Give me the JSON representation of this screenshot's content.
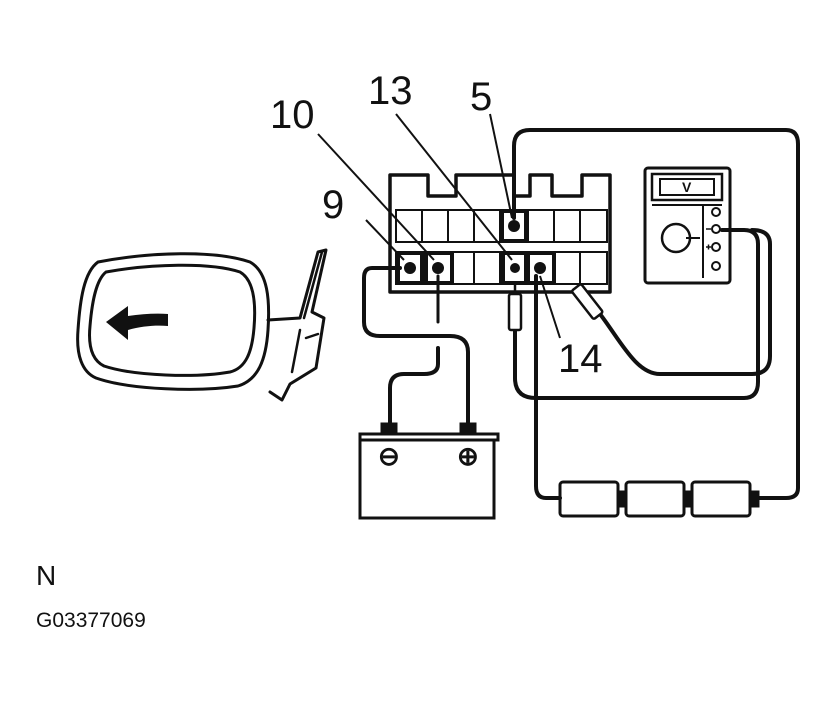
{
  "diagram": {
    "terminal_labels": {
      "t9": "9",
      "t10": "10",
      "t13": "13",
      "t5": "5",
      "t14": "14"
    },
    "meter_symbol": "V",
    "battery": {
      "negative_symbol": "⊖",
      "positive_symbol": "⊕"
    },
    "caption_letter": "N",
    "figure_code": "G03377069"
  }
}
